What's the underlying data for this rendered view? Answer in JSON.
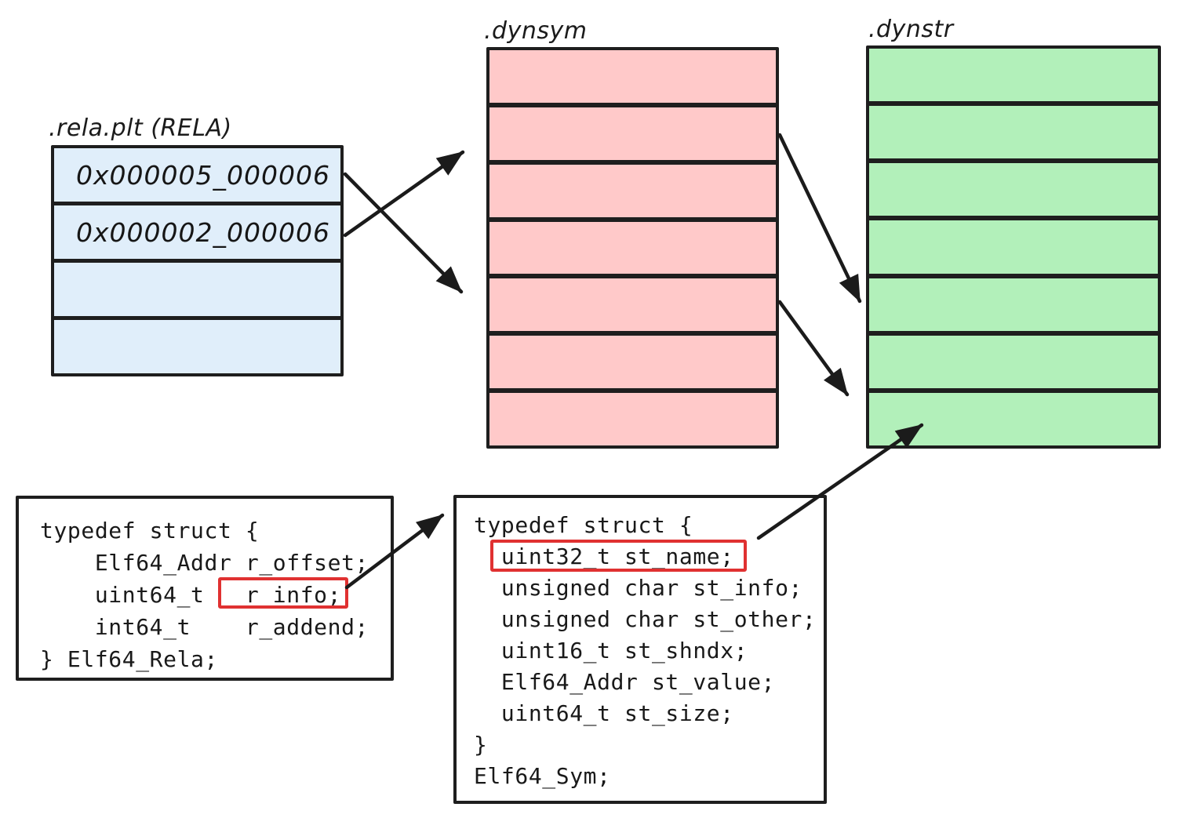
{
  "colors": {
    "stroke": "#1e1e1e",
    "rela_fill": "#e0eefa",
    "dynsym_fill": "#ffc9c9",
    "dynstr_fill": "#b2f0ba",
    "highlight_stroke": "#e03131",
    "background": "#ffffff"
  },
  "sections": {
    "rela_plt": {
      "label": ".rela.plt (RELA)",
      "rows": [
        "0x000005_000006",
        "0x000002_000006",
        "",
        ""
      ]
    },
    "dynsym": {
      "label": ".dynsym",
      "row_count": "7"
    },
    "dynstr": {
      "label": ".dynstr",
      "row_count": "7"
    }
  },
  "structs": {
    "elf64_rela": {
      "lines": [
        "typedef struct {",
        "    Elf64_Addr r_offset;",
        "    uint64_t   r_info;",
        "    int64_t    r_addend;",
        "} Elf64_Rela;"
      ],
      "highlighted_text": "r_info;"
    },
    "elf64_sym": {
      "lines": [
        "typedef struct {",
        "  uint32_t st_name;",
        "  unsigned char st_info;",
        "  unsigned char st_other;",
        "  uint16_t st_shndx;",
        "  Elf64_Addr st_value;",
        "  uint64_t st_size;",
        "}",
        "Elf64_Sym;"
      ],
      "highlighted_text": "uint32_t st_name;"
    }
  },
  "arrows": [
    {
      "name": "rela-row1-to-dynsym"
    },
    {
      "name": "rela-row2-to-dynsym"
    },
    {
      "name": "dynsym-row2-to-dynstr"
    },
    {
      "name": "dynsym-row5-to-dynstr"
    },
    {
      "name": "st-name-to-dynstr"
    },
    {
      "name": "r-info-to-elf64-sym-struct"
    }
  ]
}
